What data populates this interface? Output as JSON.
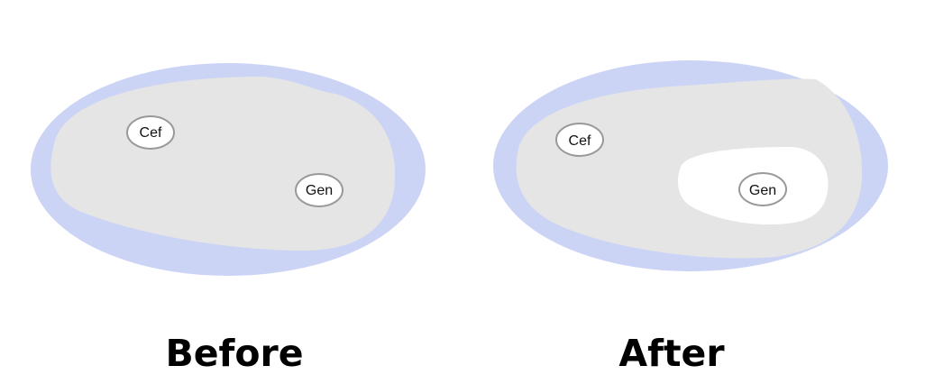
{
  "colors": {
    "plate_rim": "#ccd4f6",
    "agar": "#e5e5e5",
    "disk_fill": "#ffffff",
    "disk_border": "#999999",
    "inhibition_zone": "#ffffff"
  },
  "panels": [
    {
      "caption": "Before",
      "disks": [
        {
          "label": "Cef",
          "inhibition_zone": false
        },
        {
          "label": "Gen",
          "inhibition_zone": false
        }
      ]
    },
    {
      "caption": "After",
      "disks": [
        {
          "label": "Cef",
          "inhibition_zone": false
        },
        {
          "label": "Gen",
          "inhibition_zone": true
        }
      ]
    }
  ]
}
